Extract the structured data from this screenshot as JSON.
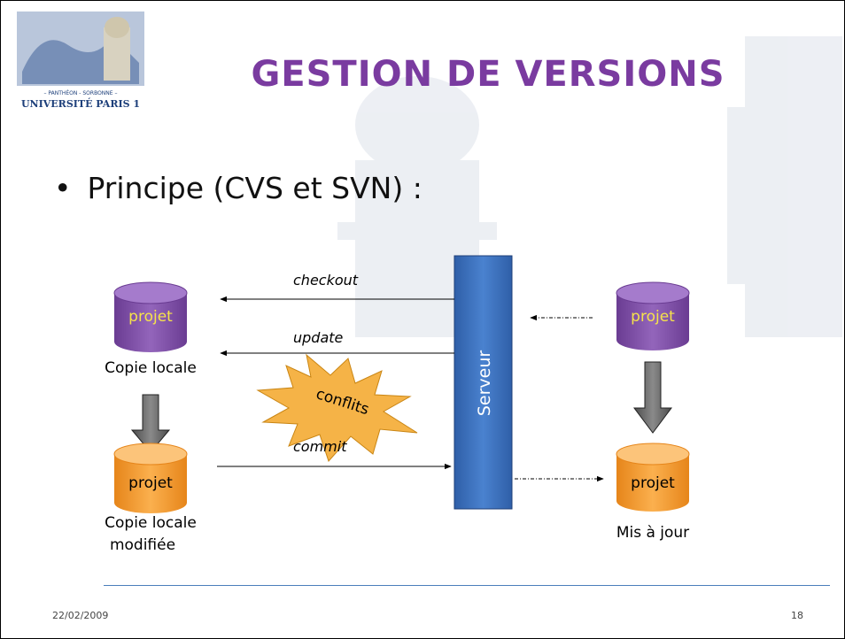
{
  "slide": {
    "title": "GESTION DE VERSIONS",
    "bullet": "Principe (CVS et SVN) :",
    "date": "22/02/2009",
    "page_number": "18"
  },
  "logo": {
    "line1": "– PANTHÉON - SORBONNE –",
    "line2": "UNIVERSITÉ PARIS 1"
  },
  "diagram": {
    "db_label": "projet",
    "server_label": "Serveur",
    "burst_label": "conflits",
    "arrows": {
      "checkout": "checkout",
      "update": "update",
      "commit": "commit"
    },
    "captions": {
      "local_copy": "Copie locale",
      "modified_line1": "Copie locale",
      "modified_line2": "modifiée",
      "updated": "Mis à jour"
    },
    "colors": {
      "purple": "#7f4fa5",
      "orange": "#f59a23",
      "server": "#3b6fbd"
    }
  }
}
